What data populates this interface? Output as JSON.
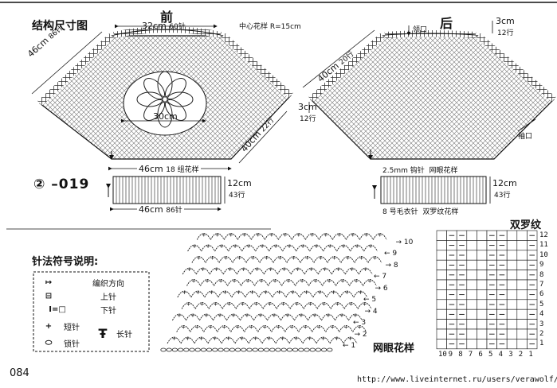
{
  "header": {
    "title": "结构尺寸图",
    "front_label": "前",
    "back_label": "后",
    "code": "② –019",
    "page_number": "084",
    "url": "http://www.liveinternet.ru/users/verawolf/"
  },
  "front_panel": {
    "top_width": "32cm",
    "top_stitches": "60针",
    "center_motif": "中心花样 R=15cm",
    "left_edge": "46cm",
    "left_stitches": "86针",
    "motif_diameter": "30cm",
    "right_edge": "40cm",
    "right_stitches": "22行",
    "bottom_width": "46cm",
    "bottom_pattern": "18 组花样"
  },
  "back_panel": {
    "left_edge": "40cm",
    "left_rows": "20行",
    "neck_label": "领口",
    "neck_depth": "3cm",
    "neck_rows": "12行",
    "side_depth": "3cm",
    "side_rows": "12行",
    "armhole_label": "袖口",
    "hook_note": "2.5mm 钩针",
    "mesh_note": "网眼花样"
  },
  "ribbing_front": {
    "height": "12cm",
    "rows": "43行",
    "width": "46cm",
    "stitches": "86针"
  },
  "ribbing_back": {
    "height": "12cm",
    "rows": "43行",
    "note": "8 号毛衣针",
    "pattern": "双罗纹花样"
  },
  "legend": {
    "title": "针法符号说明:",
    "items": [
      {
        "symbol": "↦",
        "label": "编织方向"
      },
      {
        "symbol": "⊟",
        "label": "上针"
      },
      {
        "symbol": "Ⅰ=□",
        "label": "下针"
      },
      {
        "symbol": "+",
        "label": "短针"
      },
      {
        "symbol": "⬭",
        "label": "锁针"
      },
      {
        "symbol": "Ŧ",
        "label": "长针"
      }
    ]
  },
  "mesh_chart": {
    "title": "网眼花样",
    "row_numbers": [
      "1",
      "2",
      "3",
      "4",
      "5",
      "6",
      "7",
      "8",
      "9",
      "10"
    ]
  },
  "rib_chart": {
    "title": "双罗纹",
    "col_numbers": [
      "10",
      "9",
      "8",
      "7",
      "6",
      "5",
      "4",
      "3",
      "2",
      "1"
    ],
    "row_numbers": [
      "1",
      "2",
      "3",
      "4",
      "5",
      "6",
      "7",
      "8",
      "9",
      "10",
      "11",
      "12"
    ]
  },
  "colors": {
    "ink": "#111111",
    "hatch": "#555555",
    "paper": "#ffffff"
  }
}
